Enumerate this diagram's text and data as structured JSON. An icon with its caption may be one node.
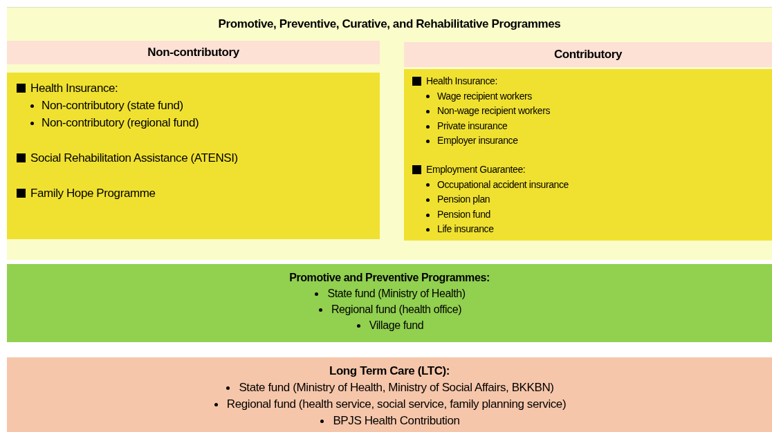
{
  "diagram": {
    "nodes": [
      {
        "text": [
          "Promotive, Preventive, Curative, and Rehabilitative Programmes"
        ]
      },
      {
        "text": [
          "Non-contributory"
        ],
        "in": 0
      },
      {
        "text": [
          "Health Insurance:",
          "Non-contributory (state fund)",
          "Non-contributory (regional fund)",
          "Social Rehabilitation Assistance (ATENSI)",
          "Family Hope Programme"
        ],
        "in": 0
      },
      {
        "text": [
          "Contributory"
        ],
        "in": 0
      },
      {
        "text": [
          "Health Insurance:",
          "Wage recipient workers",
          "Non-wage recipient workers",
          "Private insurance",
          "Employer insurance",
          "Employment Guarantee:",
          "Occupational accident insurance",
          "Pension plan",
          "Pension fund",
          "Life insurance"
        ],
        "in": 0
      },
      {
        "text": [
          "Promotive and Preventive Programmes:",
          "State fund (Ministry of Health)",
          "Regional fund (health office)",
          "Village fund"
        ]
      },
      {
        "text": [
          "Long Term Care (LTC):",
          "State fund (Ministry of Health, Ministry of Social Affairs, BKKBN)",
          "Regional fund (health service, social service, family planning service)",
          "BPJS Health Contribution"
        ]
      }
    ]
  }
}
